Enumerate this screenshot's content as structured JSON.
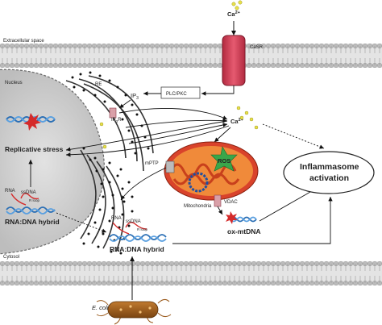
{
  "labels": {
    "extracellular_space": "Extracellular space",
    "cytosol": "Cytosol",
    "nucleus": "Nucleus",
    "re": "RE",
    "ca_ext_base": "Ca",
    "ca_ext_sup": "2+",
    "ca_int_base": "Ca",
    "ca_int_sup": "2+",
    "casr": "CaSR",
    "plc_pkc": "PLC/PKC",
    "ip3_base": "IP",
    "ip3_sub": "3",
    "ip3r_base": "IP",
    "ip3r_sub": "3",
    "ip3r_suffix": "R",
    "replicative_stress": "Replicative stress",
    "rna_nuc": "RNA",
    "ssdna_nuc": "ssDNA",
    "rloop_nuc": "R loop",
    "rna_dna_hybrid_nuc": "RNA:DNA hybrid",
    "mptp": "mPTP",
    "ros": "ROS",
    "mitochondria": "Mitochondria",
    "vdac": "VDAC",
    "ox_mtdna": "ox-mtDNA",
    "inflammasome_line1": "Inflammasome",
    "inflammasome_line2": "activation",
    "rna_cyt": "RNA",
    "ssdna_cyt": "ssDNA",
    "rloop_cyt": "R loop",
    "rna_dna_hybrid_cyt": "RNA:DNA hybrid",
    "ecoli": "E. coli"
  },
  "colors": {
    "membrane_head": "#c8c8c8",
    "membrane_band": "#dcdcdc",
    "casr": "#d63c55",
    "nucleus": "#d0d0d0",
    "mito_outer": "#d9432b",
    "mito_inner": "#f08a3a",
    "ros": "#3aa64a",
    "calcium_dot": "#e8e04a",
    "dna_blue": "#2b6fb5",
    "rna_red": "#cc2a2a",
    "ecoli": "#9a5a1c"
  }
}
